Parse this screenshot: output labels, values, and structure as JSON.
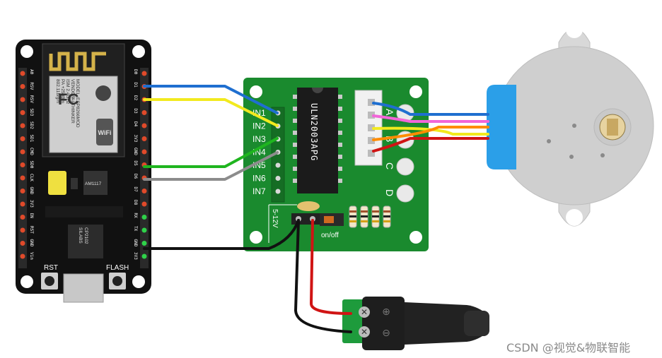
{
  "nodemcu": {
    "left_pins": [
      "A0",
      "RSV",
      "RSV",
      "SD3",
      "SD2",
      "SD1",
      "CMD",
      "SD0",
      "CLK",
      "GND",
      "3V3",
      "EN",
      "RST",
      "GND",
      "Vin"
    ],
    "right_pins": [
      "D0",
      "D1",
      "D2",
      "D3",
      "D4",
      "3V3",
      "GND",
      "D5",
      "D6",
      "D7",
      "D8",
      "RX",
      "TX",
      "GND",
      "3V3"
    ],
    "module_lines": [
      "MODEL",
      "VENDOR",
      "ISM 2.4GHz",
      "PA +25dBm",
      "802.11b/g/n"
    ],
    "module_model": "ESP8266MOD",
    "module_vendor": "AI-THINKER",
    "wifi_label": "WiFi",
    "fc_label": "FC",
    "usb_chip_lines": [
      "SILABS",
      "CP2102"
    ],
    "regulator_label": "AM1117",
    "rst_label": "RST",
    "flash_label": "FLASH"
  },
  "driver": {
    "chip_label": "ULN2003APG",
    "inputs": [
      "IN1",
      "IN2",
      "IN3",
      "IN4",
      "IN5",
      "IN6",
      "IN7"
    ],
    "leds": [
      "A",
      "B",
      "C",
      "D"
    ],
    "power_label": "5-12V",
    "switch_label": "on/off"
  },
  "dc_jack": {
    "plus": "⊕",
    "minus": "⊖"
  },
  "wire_colors": {
    "blue": "#1f6fd0",
    "yellow": "#f2ea1e",
    "green": "#1fb51f",
    "gray": "#8c8c8c",
    "black": "#111111",
    "red": "#d01414",
    "pink": "#f266d9",
    "orange": "#ff8c00"
  },
  "watermark": "CSDN @视觉&物联智能"
}
